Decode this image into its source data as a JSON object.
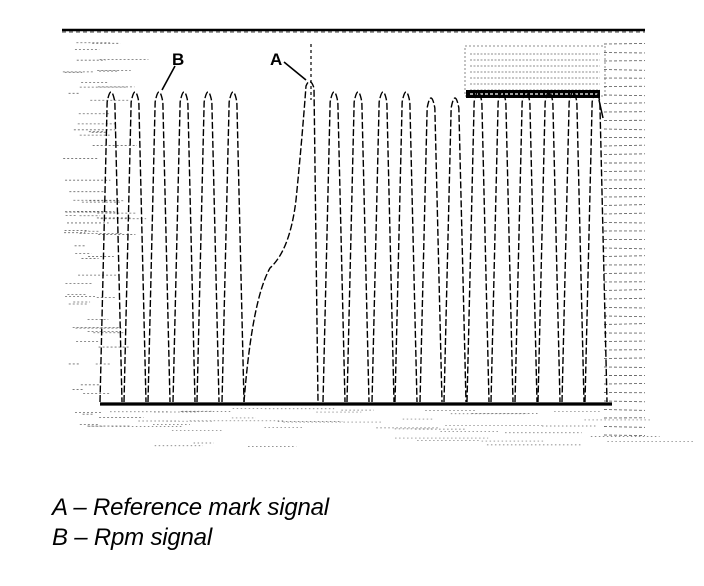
{
  "callouts": {
    "a_label": "A",
    "b_label": "B"
  },
  "legend": {
    "items": [
      {
        "key": "A",
        "dash": "–",
        "text": "Reference mark signal"
      },
      {
        "key": "B",
        "dash": "–",
        "text": "Rpm signal"
      }
    ]
  },
  "colors": {
    "ink": "#000000",
    "screen_noise": "#6a6a6a",
    "background": "#ffffff"
  }
}
